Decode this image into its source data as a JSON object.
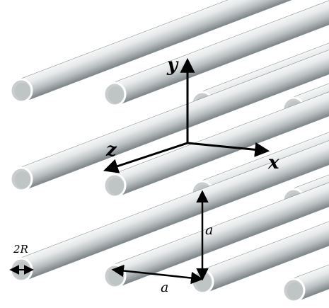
{
  "diagram": {
    "axes": {
      "x": "x",
      "y": "y",
      "z": "z"
    },
    "dimensions": {
      "vertical_spacing": "a",
      "horizontal_spacing": "a",
      "diameter": "2R"
    },
    "colors": {
      "rod_light": "#e6e9ea",
      "rod_mid": "#b9bfc1",
      "rod_dark": "#7c8386",
      "cap_face": "#c9cdce",
      "cap_rim": "#ffffff",
      "line": "#000000"
    }
  }
}
